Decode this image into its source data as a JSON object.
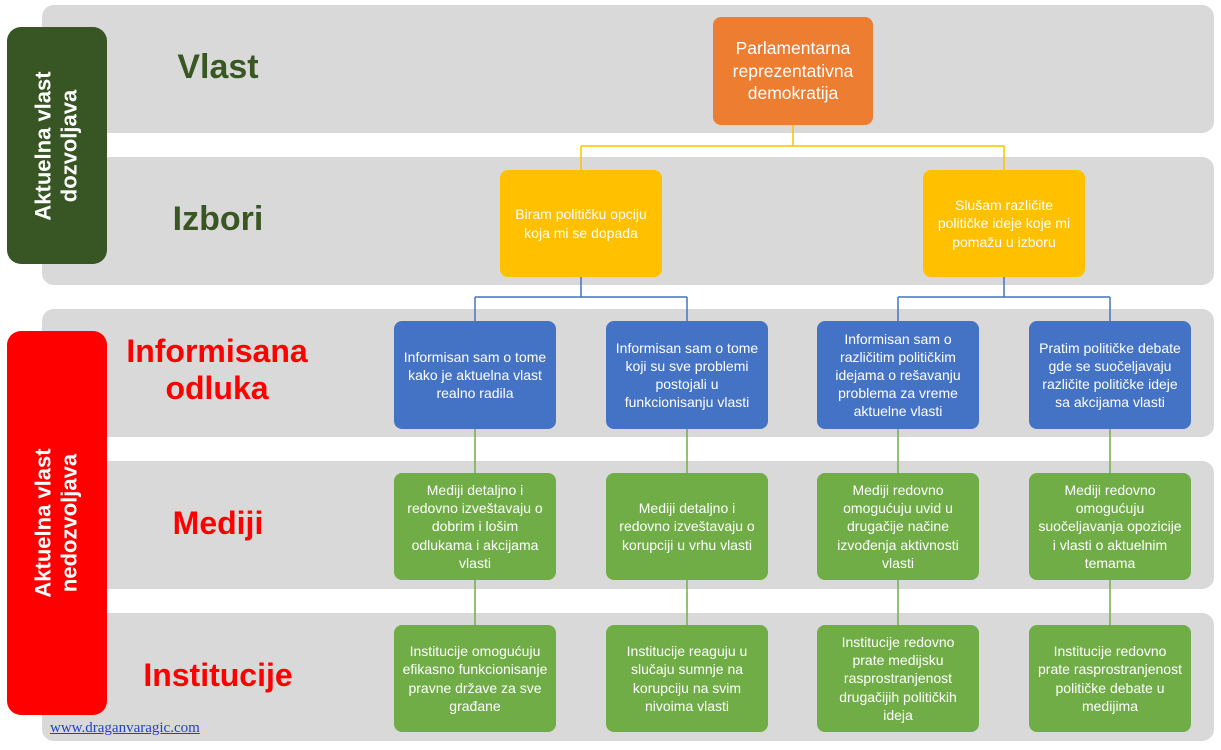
{
  "side_labels": {
    "allows": "Aktuelna vlast dozvoljava",
    "disallows": "Aktuelna vlast nedozvoljava"
  },
  "rows": {
    "vlast": "Vlast",
    "izbori": "Izbori",
    "informisana": "Informisana odluka",
    "mediji": "Mediji",
    "institucije": "Institucije"
  },
  "nodes": {
    "root": "Parlamentarna reprezentativna demokratija",
    "choice_1": "Biram političku opciju koja mi se dopada",
    "choice_2": "Slušam različite političke ideje koje mi pomažu u izboru",
    "info_1": "Informisan sam o tome kako je aktuelna vlast realno radila",
    "info_2": "Informisan sam o tome koji su sve problemi postojali u funkcionisanju vlasti",
    "info_3": "Informisan sam o različitim političkim idejama o rešavanju problema za vreme aktuelne vlasti",
    "info_4": "Pratim političke debate gde se suočeljavaju različite političke ideje sa akcijama vlasti",
    "media_1": "Mediji detaljno i redovno izveštavaju o dobrim i lošim odlukama i akcijama vlasti",
    "media_2": "Mediji detaljno i redovno izveštavaju o korupciji u vrhu vlasti",
    "media_3": "Mediji redovno omogućuju uvid u drugačije načine izvođenja aktivnosti vlasti",
    "media_4": "Mediji redovno omogućuju suočeljavanja opozicije i vlasti o aktuelnim temama",
    "inst_1": "Institucije omogućuju efikasno funkcionisanje pravne države za sve građane",
    "inst_2": "Institucije reaguju u slučaju sumnje na korupciju na svim nivoima vlasti",
    "inst_3": "Institucije redovno prate medijsku rasprostranjenost drugačijih političkih ideja",
    "inst_4": "Institucije redovno prate rasprostranjenost političke debate u medijima"
  },
  "footer": {
    "link": "www.draganvaragic.com"
  },
  "colors": {
    "band": "#d9d9d9",
    "side_allows": "#375623",
    "side_disallows": "#ff0000",
    "orange": "#ed7d31",
    "yellow": "#ffc000",
    "blue": "#4472c4",
    "green": "#70ad47"
  }
}
